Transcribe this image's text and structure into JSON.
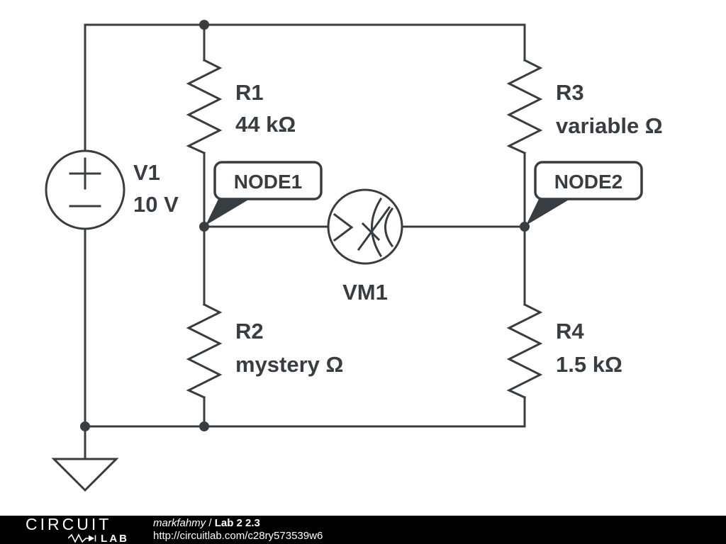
{
  "schematic": {
    "v1": {
      "name": "V1",
      "value": "10 V"
    },
    "r1": {
      "name": "R1",
      "value": "44 kΩ"
    },
    "r2": {
      "name": "R2",
      "value": "mystery Ω"
    },
    "r3": {
      "name": "R3",
      "value": "variable Ω"
    },
    "r4": {
      "name": "R4",
      "value": "1.5 kΩ"
    },
    "vm1": {
      "name": "VM1"
    },
    "node1": {
      "label": "NODE1"
    },
    "node2": {
      "label": "NODE2"
    },
    "colors": {
      "stroke": "#383d41",
      "background": "#ffffff"
    }
  },
  "footer": {
    "logo_line1": "CIRCUIT",
    "logo_line2": "LAB",
    "author": "markfahmy",
    "separator": " / ",
    "title": "Lab 2 2.3",
    "url": "http://circuitlab.com/c28ry573539w6",
    "background": "#000000",
    "text_color": "#ffffff"
  }
}
